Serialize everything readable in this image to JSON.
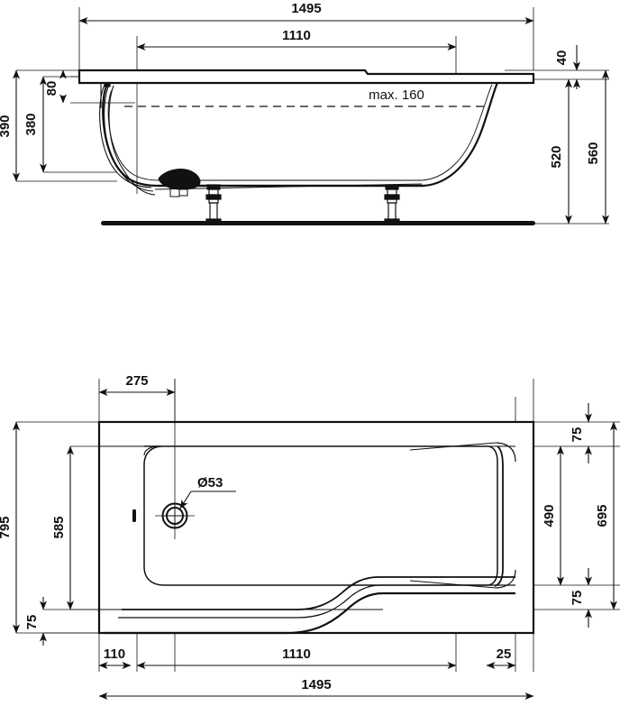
{
  "document": {
    "kind": "technical-drawing",
    "subject": "bathtub-dimension-drawing",
    "units": "mm",
    "views": [
      "side-elevation",
      "top-plan"
    ],
    "colors": {
      "line": "#111111",
      "background": "#ffffff"
    }
  },
  "elevation": {
    "name": "side-elevation-view",
    "dimensions": {
      "overall_length": "1495",
      "inner_length": "1110",
      "rim_thickness": "40",
      "overflow_depth": "80",
      "max_water_label": "max. 160",
      "inner_depth": "380",
      "total_depth": "390",
      "foot_height": "520",
      "overall_height": "560"
    }
  },
  "plan": {
    "name": "top-plan-view",
    "dimensions": {
      "drain_offset_left": "275",
      "overall_width": "795",
      "inner_width": "585",
      "edge_margin_top": "75",
      "edge_margin_bottom": "75",
      "edge_margin_left_bottom": "75",
      "shower_end_width": "490",
      "body_width": "695",
      "left_offset": "110",
      "inner_length": "1110",
      "right_offset": "25",
      "overall_length": "1495",
      "drain_diameter": "Ø53"
    }
  }
}
